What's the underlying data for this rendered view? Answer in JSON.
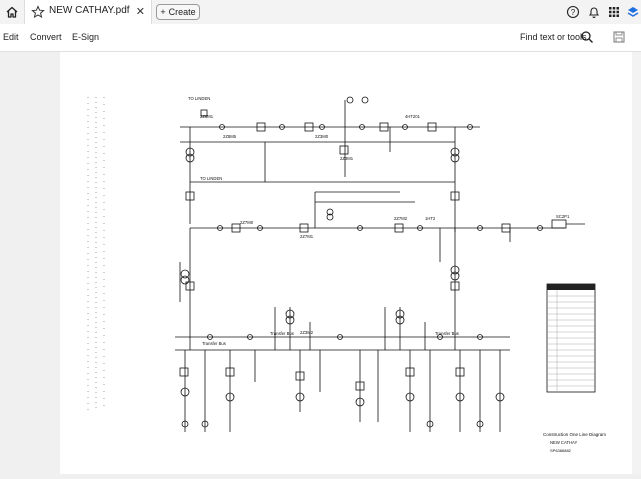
{
  "tab": {
    "title": "NEW CATHAY.pdf"
  },
  "create_label": "Create",
  "menu": [
    "Edit",
    "Convert",
    "E-Sign"
  ],
  "find_label": "Find text or tools",
  "diagram": {
    "title": "Construction One Line Diagram",
    "subtitle": "NEW CATHAY",
    "code": "SP6386882",
    "labels": {
      "transfer_bus_left": "Transfer Bus",
      "transfer_bus_right": "Transfer Bus",
      "transfer_bus_mid": "Transfer Bus",
      "to_linden_top": "TO LINDEN",
      "to_linden_mid": "TO LINDEN",
      "breaker_a": "2Z8M1",
      "breaker_b": "2Z8M5",
      "breaker_c": "2Z3M0",
      "breaker_d": "2Z3M1",
      "breaker_e": "4HT201",
      "breaker_f": "2Z7M0",
      "breaker_g": "2Z7M1",
      "breaker_h": "2Z7M2",
      "breaker_i": "SC2P1",
      "breaker_j": "2Z3M2",
      "breaker_k": "1HT2"
    }
  }
}
